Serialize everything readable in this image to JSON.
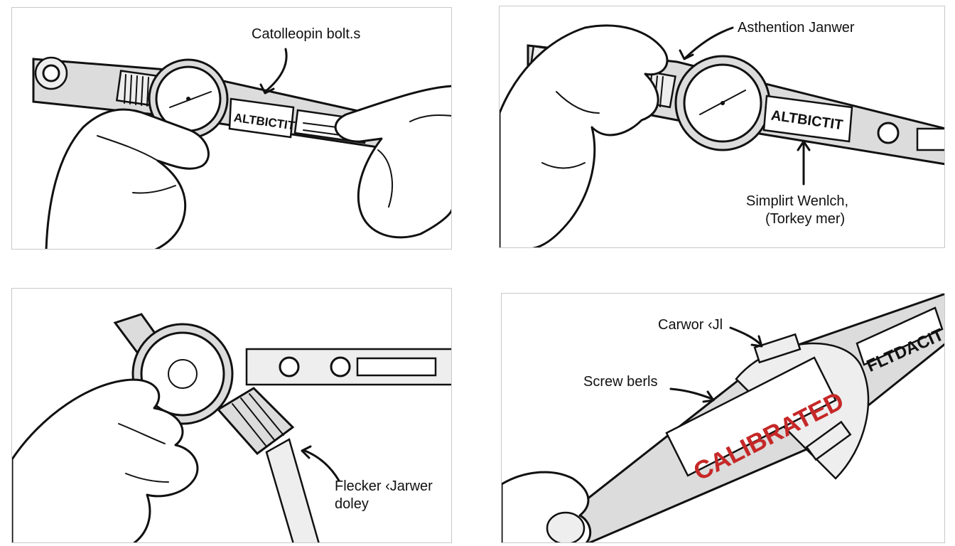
{
  "panels": [
    {
      "label": "Catolleopin bolt.s",
      "plate_text": "ALTBICTIT"
    },
    {
      "label": "Asthention Janwer",
      "plate_text": "ALTBICTIT",
      "callout": [
        "Simplirt Wenlch,",
        "(Torkey mer)"
      ]
    },
    {
      "callout": [
        "Flecker ‹Jarwer",
        "doley"
      ]
    },
    {
      "label_top": "Carwor ‹Jl",
      "label_mid": "Screw berls",
      "badge": "CALIBRATED",
      "plate_text": "FLTDACIT"
    }
  ],
  "colors": {
    "ink": "#111111",
    "metal": "#dcdcdc",
    "badge_text": "#c62828",
    "panel_border": "#c8c8c8"
  }
}
